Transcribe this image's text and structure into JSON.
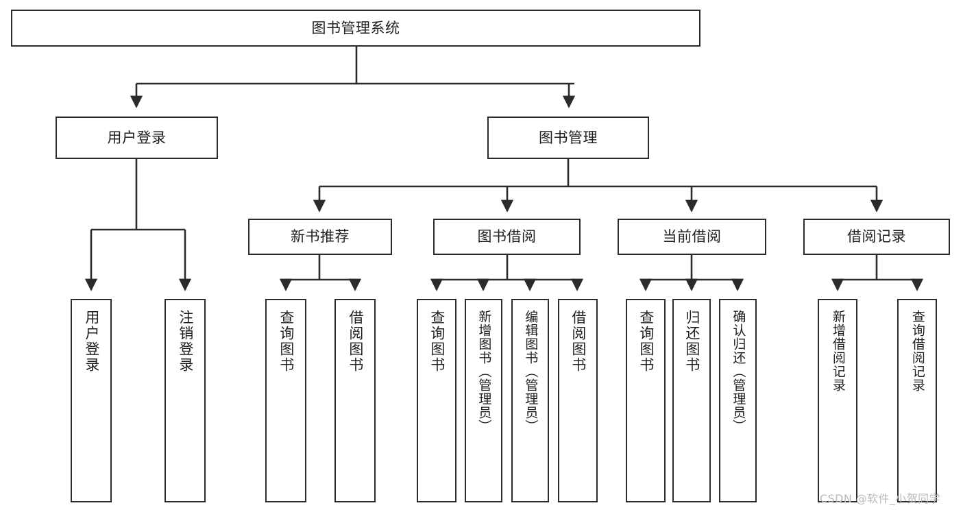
{
  "diagram": {
    "title": "图书管理系统",
    "type": "tree",
    "watermark": "CSDN @软件_小贺同学",
    "colors": {
      "background": "#ffffff",
      "node_border": "#2b2b2b",
      "node_fill": "#ffffff",
      "text": "#1f1f1f",
      "connector": "#2b2b2b",
      "watermark": "#b9b9b9"
    },
    "root": {
      "label": "图书管理系统",
      "id": "root"
    },
    "level2": [
      {
        "id": "user-login",
        "label": "用户登录"
      },
      {
        "id": "book-manage",
        "label": "图书管理"
      }
    ],
    "level3": [
      {
        "id": "new-book-rec",
        "label": "新书推荐",
        "parent": "book-manage"
      },
      {
        "id": "book-borrow",
        "label": "图书借阅",
        "parent": "book-manage"
      },
      {
        "id": "current-borrow",
        "label": "当前借阅",
        "parent": "book-manage"
      },
      {
        "id": "borrow-record",
        "label": "借阅记录",
        "parent": "book-manage"
      }
    ],
    "leaves": [
      {
        "id": "leaf-user-login",
        "label": "用户登录",
        "parent": "user-login"
      },
      {
        "id": "leaf-logout",
        "label": "注销登录",
        "parent": "user-login"
      },
      {
        "id": "leaf-query-book-1",
        "label": "查询图书",
        "parent": "new-book-rec"
      },
      {
        "id": "leaf-borrow-book-1",
        "label": "借阅图书",
        "parent": "new-book-rec"
      },
      {
        "id": "leaf-query-book-2",
        "label": "查询图书",
        "parent": "book-borrow"
      },
      {
        "id": "leaf-add-book",
        "label": "新增图书（管理员）",
        "parent": "book-borrow"
      },
      {
        "id": "leaf-edit-book",
        "label": "编辑图书（管理员）",
        "parent": "book-borrow"
      },
      {
        "id": "leaf-borrow-book-2",
        "label": "借阅图书",
        "parent": "book-borrow"
      },
      {
        "id": "leaf-query-book-3",
        "label": "查询图书",
        "parent": "current-borrow"
      },
      {
        "id": "leaf-return-book",
        "label": "归还图书",
        "parent": "current-borrow"
      },
      {
        "id": "leaf-confirm-return",
        "label": "确认归还（管理员）",
        "parent": "current-borrow"
      },
      {
        "id": "leaf-add-record",
        "label": "新增借阅记录",
        "parent": "borrow-record"
      },
      {
        "id": "leaf-query-record",
        "label": "查询借阅记录",
        "parent": "borrow-record"
      }
    ]
  }
}
